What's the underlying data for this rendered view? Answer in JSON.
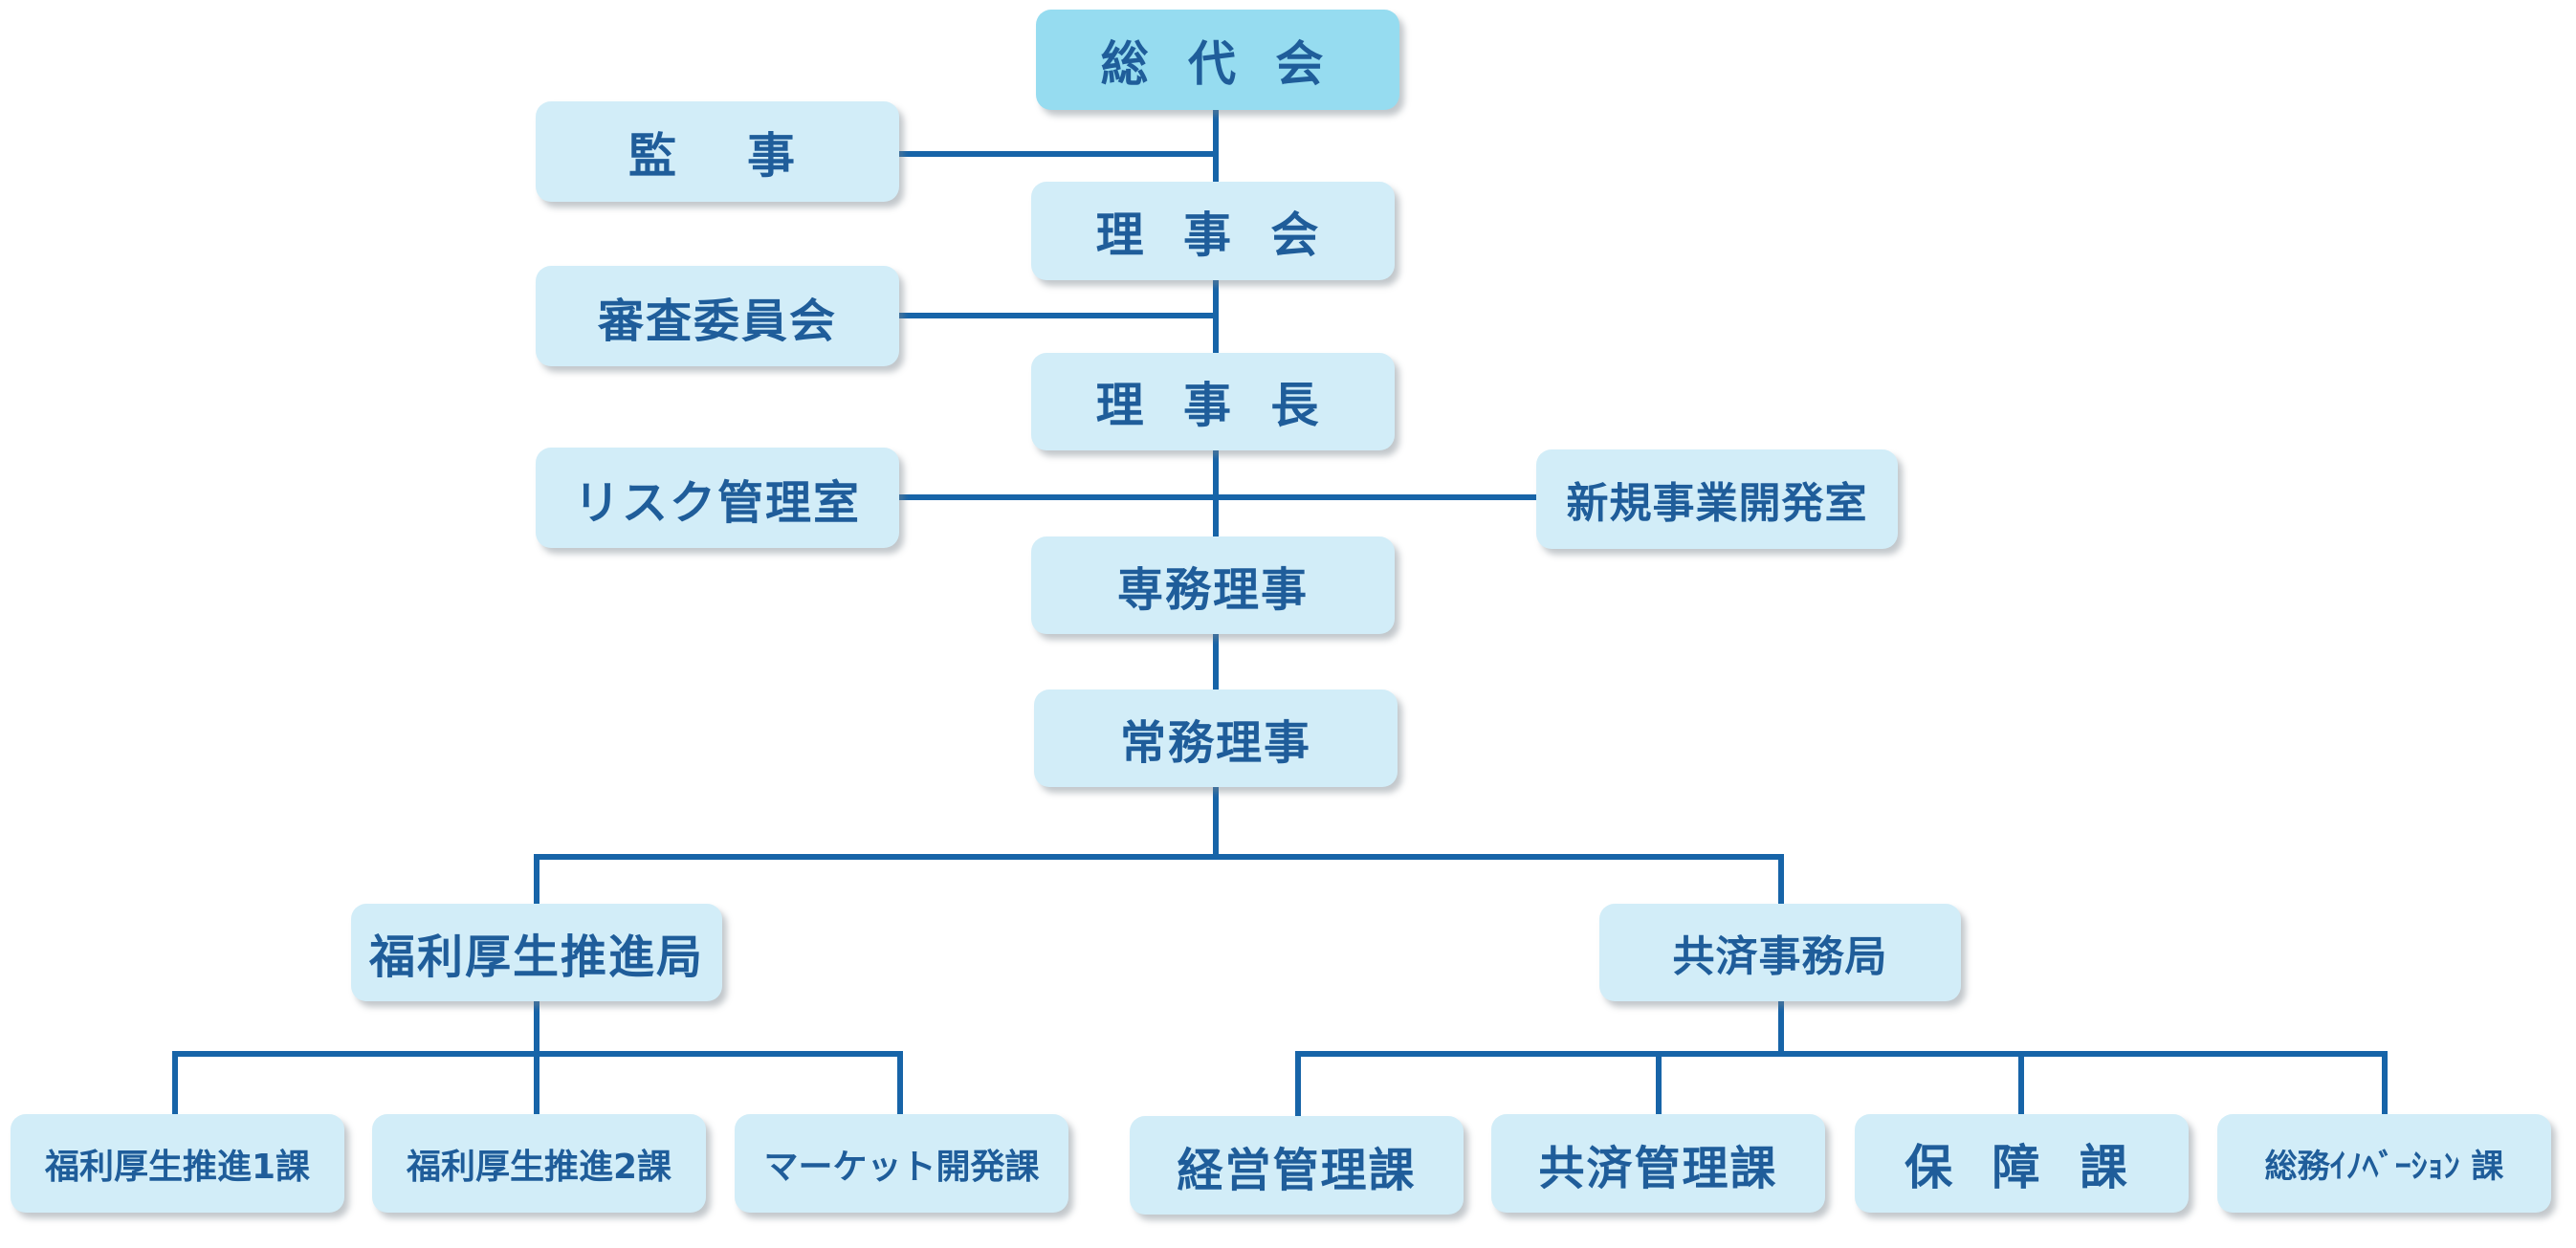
{
  "org_chart": {
    "general_assembly": "総 代 会",
    "auditor": "監　事",
    "board": "理 事 会",
    "review_committee": "審査委員会",
    "chairman": "理 事 長",
    "risk_office": "リスク管理室",
    "new_business_office": "新規事業開発室",
    "senior_managing_director": "専務理事",
    "managing_director": "常務理事",
    "welfare_bureau": "福利厚生推進局",
    "mutual_aid_bureau": "共済事務局",
    "welfare_section_1": "福利厚生推進1課",
    "welfare_section_2": "福利厚生推進2課",
    "market_dev_section": "マーケット開発課",
    "management_section": "経営管理課",
    "mutual_aid_mgmt_section": "共済管理課",
    "guarantee_section": "保 障 課",
    "general_innovation_section": "総務ｲﾉﾍﾞｰｼｮﾝ 課"
  },
  "colors": {
    "box_fill": "#d2edf8",
    "top_box_fill": "#96dcf0",
    "text": "#1f5d9a",
    "connector": "#1764a8"
  }
}
